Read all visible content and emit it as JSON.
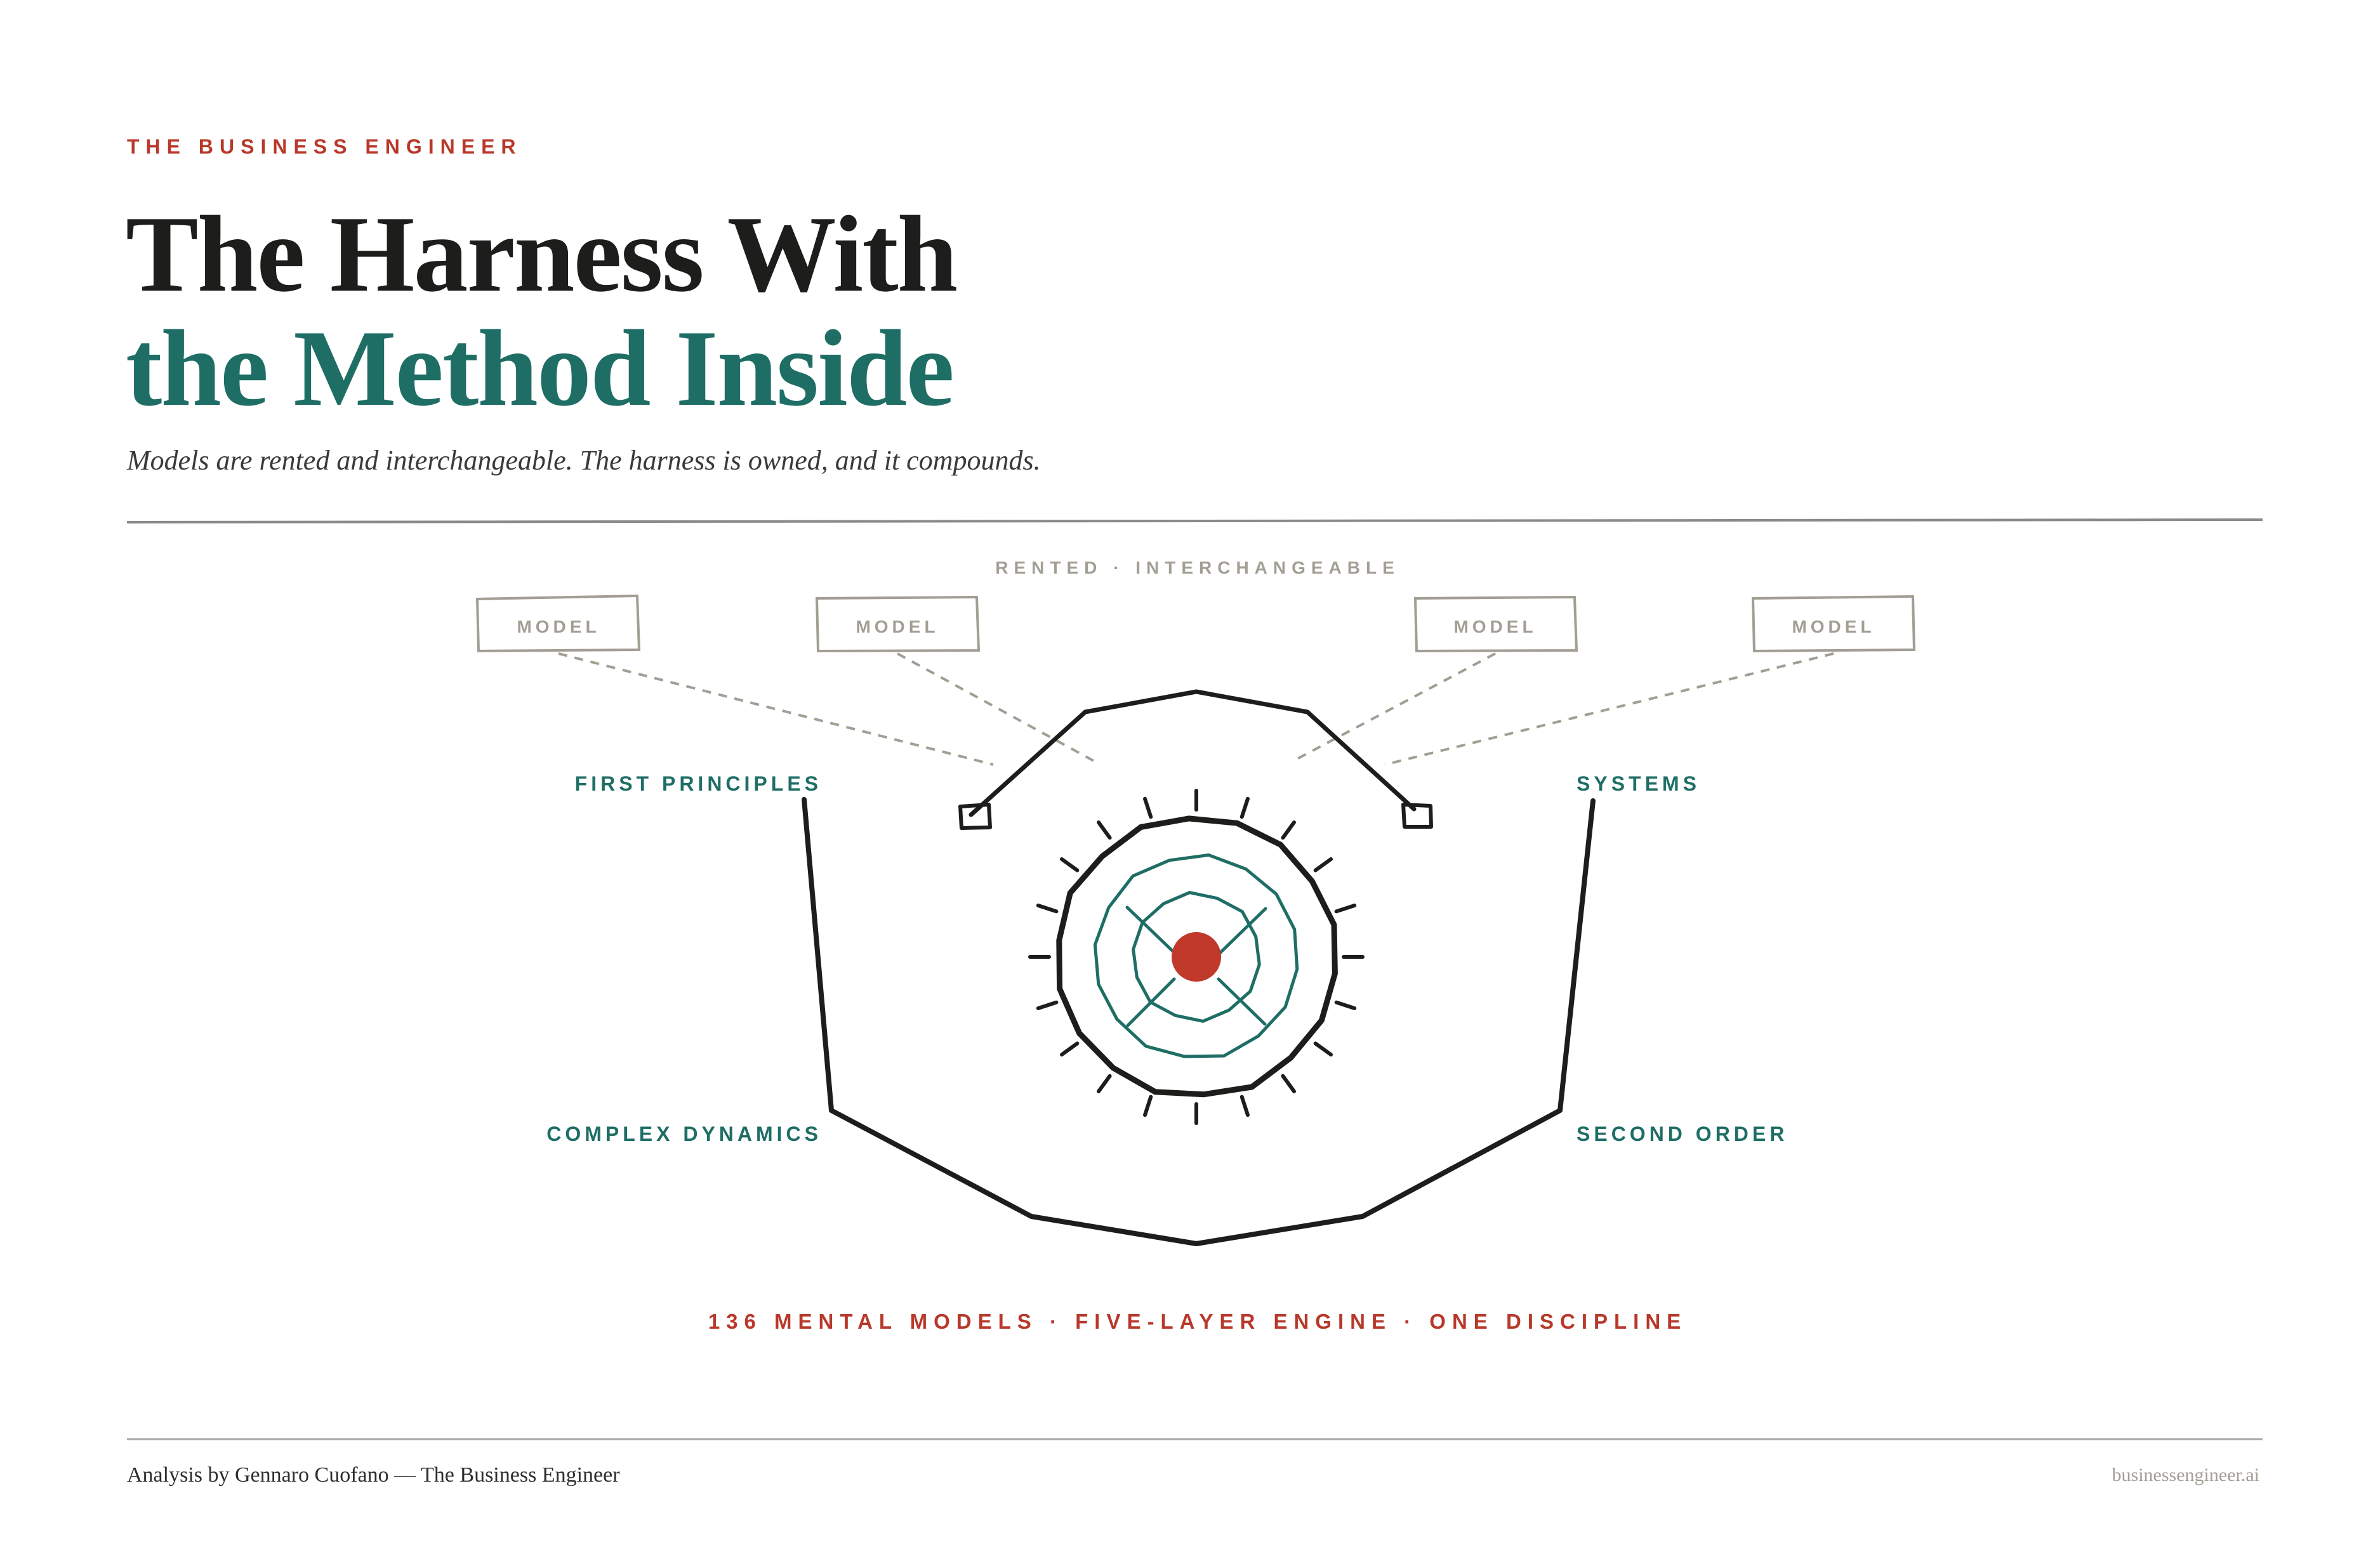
{
  "header": {
    "kicker": "THE BUSINESS ENGINEER",
    "title_line1": "The Harness With",
    "title_line2": "the Method Inside",
    "subtitle": "Models are rented and interchangeable. The harness is owned, and it compounds."
  },
  "diagram": {
    "rented_label": "RENTED · INTERCHANGEABLE",
    "models": [
      "MODEL",
      "MODEL",
      "MODEL",
      "MODEL"
    ],
    "disciplines": {
      "top_left": "FIRST PRINCIPLES",
      "top_right": "SYSTEMS",
      "bottom_left": "COMPLEX DYNAMICS",
      "bottom_right": "SECOND ORDER"
    },
    "banner": "136 MENTAL MODELS · FIVE-LAYER ENGINE · ONE DISCIPLINE"
  },
  "footer": {
    "credit": "Analysis by Gennaro Cuofano — The Business Engineer",
    "site": "businessengineer.ai"
  },
  "colors": {
    "accent_red": "#b8382a",
    "accent_teal": "#1f6e66",
    "ink": "#1d1d1b",
    "muted": "#a39e94"
  }
}
